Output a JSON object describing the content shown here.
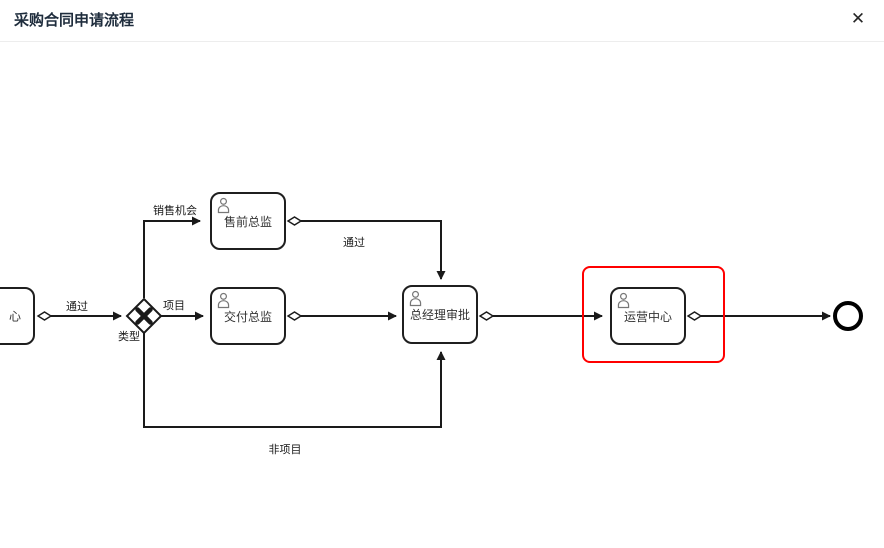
{
  "header": {
    "title": "采购合同申请流程",
    "close_icon": "✕"
  },
  "flow": {
    "nodes": [
      {
        "id": "start-partial",
        "label": "心",
        "type": "task-partially-visible"
      },
      {
        "id": "presale",
        "label": "售前总监",
        "type": "user-task"
      },
      {
        "id": "delivery",
        "label": "交付总监",
        "type": "user-task"
      },
      {
        "id": "gm",
        "label": "总经理审批",
        "type": "user-task"
      },
      {
        "id": "ops",
        "label": "运营中心",
        "type": "user-task",
        "highlighted": true
      }
    ],
    "gateway": {
      "kind": "exclusive",
      "symbol": "X"
    },
    "end_event": {
      "type": "end"
    },
    "edge_labels": {
      "pass_left": "通过",
      "sales_opportunity": "销售机会",
      "project": "项目",
      "type": "类型",
      "pass_top": "通过",
      "non_project": "非项目"
    },
    "colors": {
      "line": "#1a1a1a",
      "node_border": "#1f1f1f",
      "highlight_red": "#ff0000",
      "title_text": "#1f2d3d"
    }
  }
}
